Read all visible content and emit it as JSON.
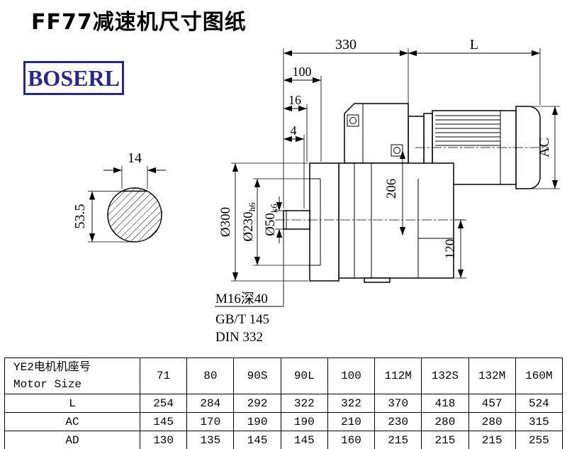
{
  "title": "FF77减速机尺寸图纸",
  "brand": "BOSERL",
  "drawing": {
    "dim_330": "330",
    "dim_L": "L",
    "dim_100": "100",
    "dim_16": "16",
    "dim_4": "4",
    "dim_AC": "AC",
    "dim_14": "14",
    "dim_53_5": "53.5",
    "dia_300": "Ø300",
    "dia_230": "Ø230",
    "dia_230_tol": "h6",
    "dia_50": "Ø50",
    "dia_50_tol": "k6",
    "dim_206": "206",
    "dim_120": "120",
    "note_tap": "M16深40",
    "note_gb": "GB/T 145",
    "note_din": "DIN 332"
  },
  "table": {
    "header_cn": "YE2电机机座号",
    "header_en": "Motor Size",
    "columns": [
      "71",
      "80",
      "90S",
      "90L",
      "100",
      "112M",
      "132S",
      "132M",
      "160M"
    ],
    "rows": [
      {
        "label": "L",
        "values": [
          "254",
          "284",
          "292",
          "322",
          "322",
          "370",
          "418",
          "457",
          "524"
        ]
      },
      {
        "label": "AC",
        "values": [
          "145",
          "170",
          "190",
          "190",
          "210",
          "230",
          "280",
          "280",
          "315"
        ]
      },
      {
        "label": "AD",
        "values": [
          "130",
          "135",
          "145",
          "145",
          "160",
          "215",
          "215",
          "215",
          "255"
        ]
      }
    ]
  }
}
